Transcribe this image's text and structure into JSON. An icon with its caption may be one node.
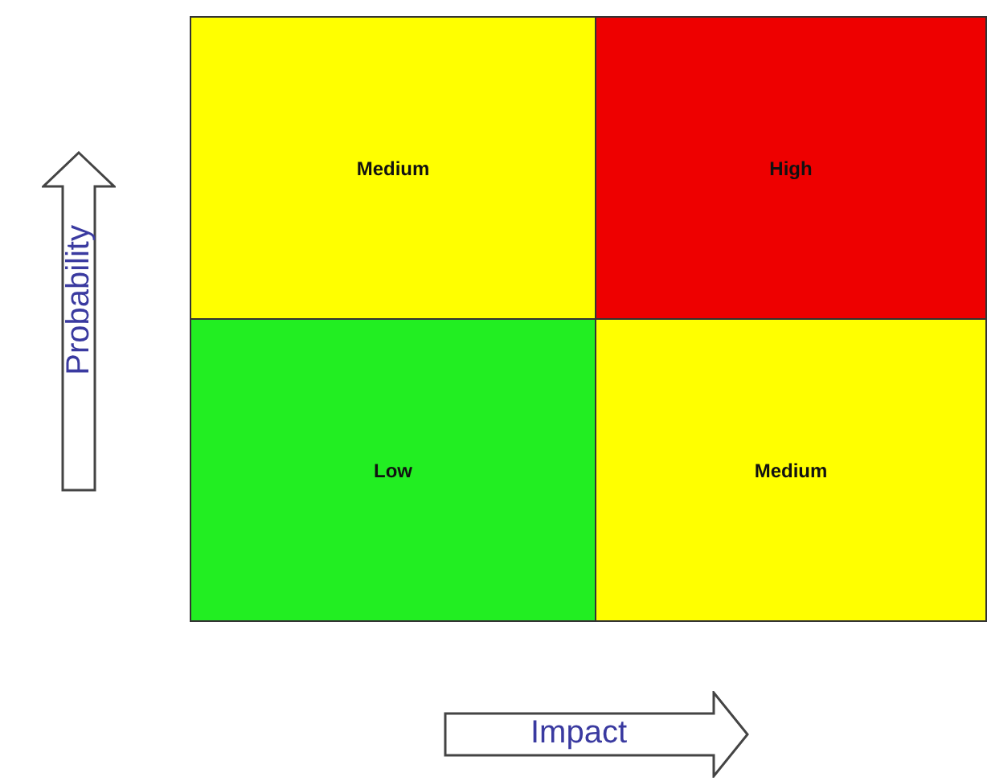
{
  "diagram": {
    "nodes": [
      {
        "text": [
          "Medium"
        ]
      },
      {
        "text": [
          "High"
        ]
      },
      {
        "text": [
          "Low"
        ]
      },
      {
        "text": [
          "Medium"
        ]
      }
    ],
    "edges": [],
    "labels": [
      "Probability",
      "Impact"
    ]
  }
}
